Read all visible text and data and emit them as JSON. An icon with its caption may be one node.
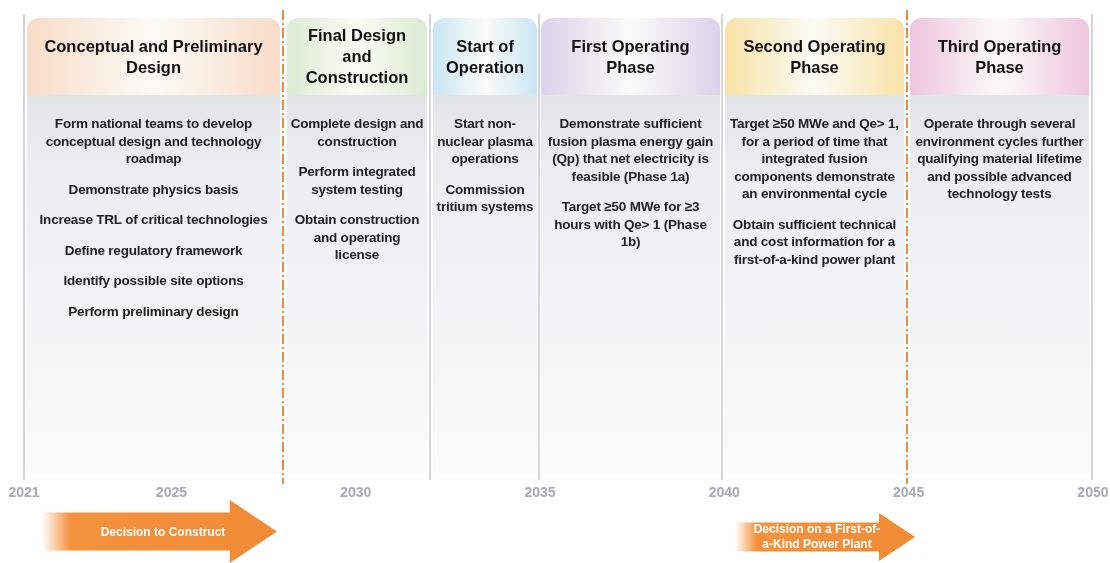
{
  "diagram": {
    "nodes": [
      {
        "text": [
          "Conceptual and Preliminary Design",
          "Form national teams to develop conceptual design and technology roadmap",
          "Demonstrate physics basis",
          "Increase TRL of critical technologies",
          "Define regulatory framework",
          "Identify possible site options",
          "Perform preliminary design"
        ]
      },
      {
        "text": [
          "Final Design and Construction",
          "Complete design and construction",
          "Perform integrated system testing",
          "Obtain construction and operating license"
        ]
      },
      {
        "text": [
          "Start of Operation",
          "Start non-nuclear plasma operations",
          "Commission tritium systems"
        ]
      },
      {
        "text": [
          "First Operating Phase",
          "Demonstrate sufficient fusion plasma energy gain (Qp) that net electricity is feasible (Phase 1a)",
          "Target ≥50 MWe for ≥3 hours with Qe> 1 (Phase 1b)"
        ]
      },
      {
        "text": [
          "Second Operating Phase",
          "Target ≥50 MWe and Qe> 1, for a period of time that integrated fusion components demonstrate an environmental cycle",
          "Obtain sufficient technical and cost information for a first-of-a-kind power plant"
        ]
      },
      {
        "text": [
          "Third Operating Phase",
          "Operate through several environment cycles further qualifying material lifetime and possible advanced technology tests"
        ]
      },
      {
        "text": [
          "Decision to Construct"
        ]
      },
      {
        "text": [
          "Decision on a First-of-a-Kind Power Plant"
        ]
      }
    ],
    "labels": [
      "2021",
      "2025",
      "2030",
      "2035",
      "2040",
      "2045",
      "2050"
    ]
  }
}
